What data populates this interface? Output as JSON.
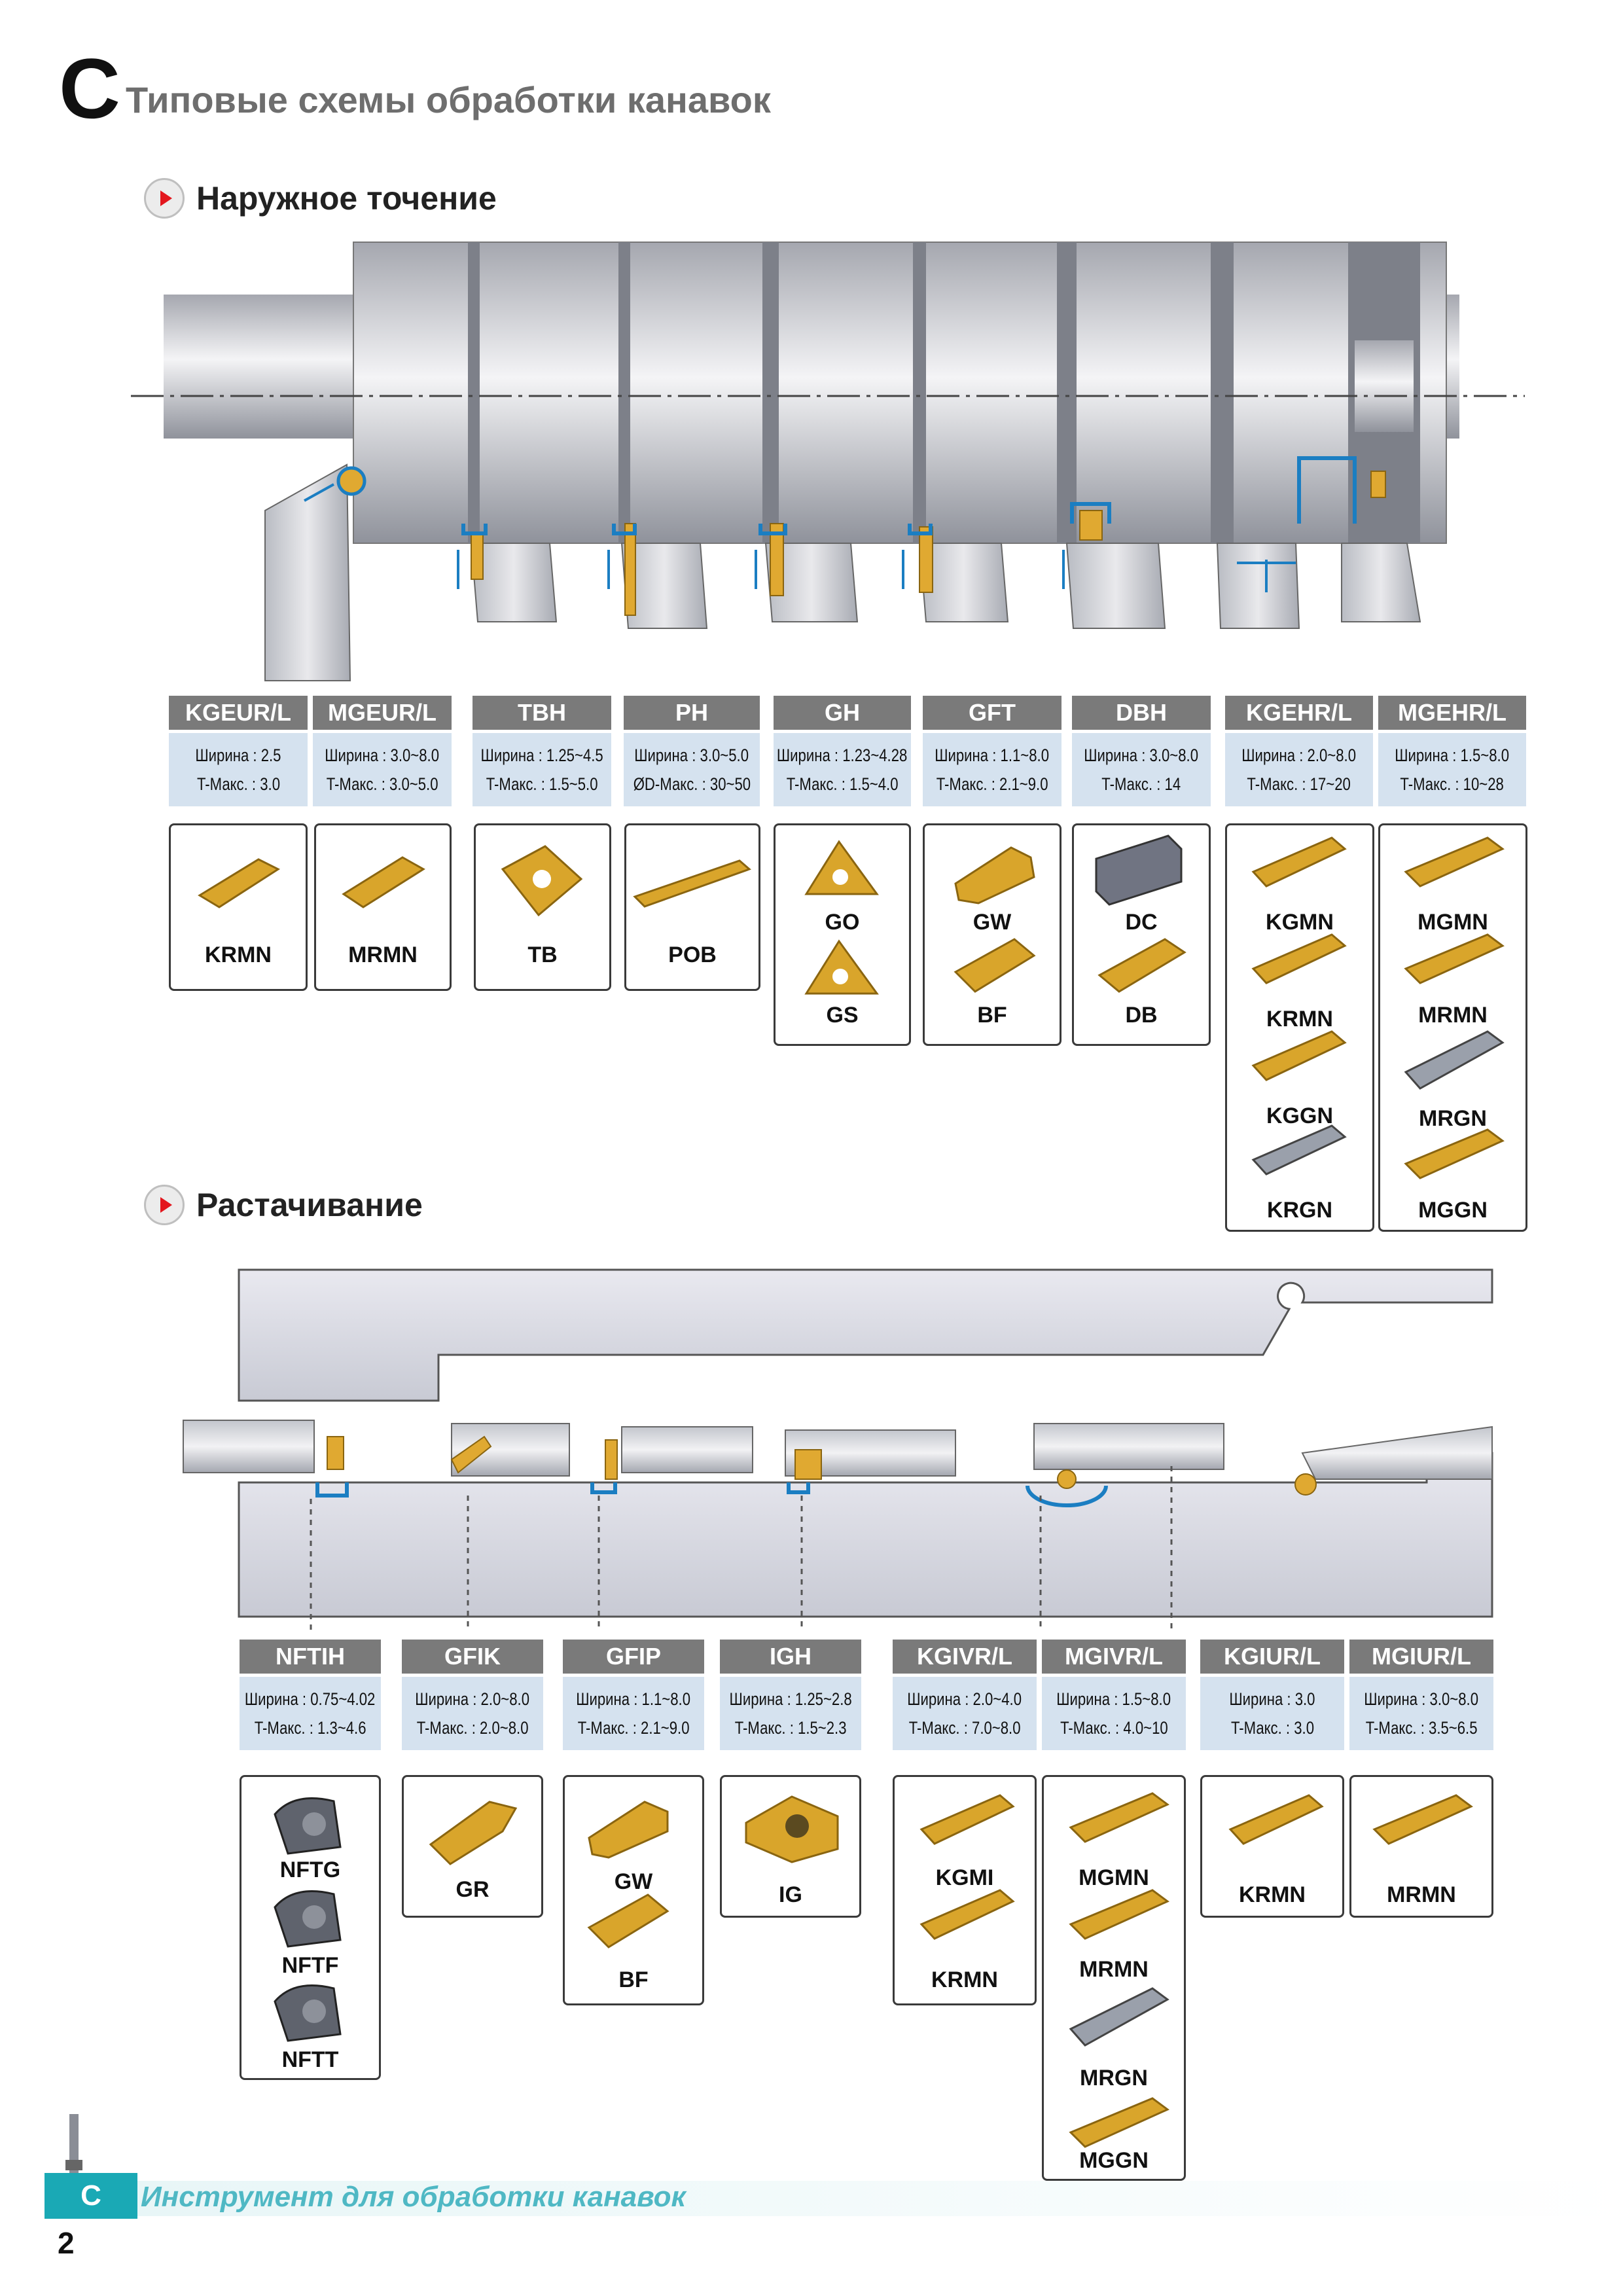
{
  "header": {
    "letter": "C",
    "title": "Типовые схемы обработки канавок"
  },
  "sections": {
    "external": "Наружное точение",
    "boring": "Растачивание"
  },
  "external": {
    "columns": [
      {
        "code": "KGEUR/L",
        "s1": "Ширина : 2.5",
        "s2": "T-Макс. : 3.0",
        "inserts": [
          "KRMN"
        ]
      },
      {
        "code": "MGEUR/L",
        "s1": "Ширина : 3.0~8.0",
        "s2": "T-Макс. : 3.0~5.0",
        "inserts": [
          "MRMN"
        ]
      },
      {
        "code": "TBH",
        "s1": "Ширина : 1.25~4.5",
        "s2": "T-Макс. : 1.5~5.0",
        "inserts": [
          "TB"
        ]
      },
      {
        "code": "PH",
        "s1": "Ширина : 3.0~5.0",
        "s2": "ØD-Макс. : 30~50",
        "inserts": [
          "POB"
        ]
      },
      {
        "code": "GH",
        "s1": "Ширина : 1.23~4.28",
        "s2": "T-Макс. : 1.5~4.0",
        "inserts": [
          "GO",
          "GS"
        ]
      },
      {
        "code": "GFT",
        "s1": "Ширина : 1.1~8.0",
        "s2": "T-Макс. : 2.1~9.0",
        "inserts": [
          "GW",
          "BF"
        ]
      },
      {
        "code": "DBH",
        "s1": "Ширина : 3.0~8.0",
        "s2": "T-Макс. : 14",
        "inserts": [
          "DC",
          "DB"
        ]
      },
      {
        "code": "KGEHR/L",
        "s1": "Ширина : 2.0~8.0",
        "s2": "T-Макс. : 17~20",
        "inserts": [
          "KGMN",
          "KRMN",
          "KGGN",
          "KRGN"
        ]
      },
      {
        "code": "MGEHR/L",
        "s1": "Ширина : 1.5~8.0",
        "s2": "T-Макс. : 10~28",
        "inserts": [
          "MGMN",
          "MRMN",
          "MRGN",
          "MGGN"
        ]
      }
    ]
  },
  "boring": {
    "columns": [
      {
        "code": "NFTIH",
        "s1": "Ширина : 0.75~4.02",
        "s2": "T-Макс. : 1.3~4.6",
        "inserts": [
          "NFTG",
          "NFTF",
          "NFTT"
        ]
      },
      {
        "code": "GFIK",
        "s1": "Ширина : 2.0~8.0",
        "s2": "T-Макс. : 2.0~8.0",
        "inserts": [
          "GR"
        ]
      },
      {
        "code": "GFIP",
        "s1": "Ширина : 1.1~8.0",
        "s2": "T-Макс. : 2.1~9.0",
        "inserts": [
          "GW",
          "BF"
        ]
      },
      {
        "code": "IGH",
        "s1": "Ширина : 1.25~2.8",
        "s2": "T-Макс. : 1.5~2.3",
        "inserts": [
          "IG"
        ]
      },
      {
        "code": "KGIVR/L",
        "s1": "Ширина : 2.0~4.0",
        "s2": "T-Макс. : 7.0~8.0",
        "inserts": [
          "KGMI",
          "KRMN"
        ]
      },
      {
        "code": "MGIVR/L",
        "s1": "Ширина : 1.5~8.0",
        "s2": "T-Макс. : 4.0~10",
        "inserts": [
          "MGMN",
          "MRMN",
          "MRGN",
          "MGGN"
        ]
      },
      {
        "code": "KGIUR/L",
        "s1": "Ширина : 3.0",
        "s2": "T-Макс. : 3.0",
        "inserts": [
          "KRMN"
        ]
      },
      {
        "code": "MGIUR/L",
        "s1": "Ширина : 3.0~8.0",
        "s2": "T-Макс. : 3.5~6.5",
        "inserts": [
          "MRMN"
        ]
      }
    ]
  },
  "footer": {
    "tab": "C",
    "text": "Инструмент для обработки канавок",
    "page": "2"
  },
  "colors": {
    "header_gray": "#7a7a7a",
    "spec_blue": "#d5e2ef",
    "gold": "#d9a52b",
    "accent_blue": "#1b7ec2",
    "footer_teal": "#1aa9b5"
  }
}
